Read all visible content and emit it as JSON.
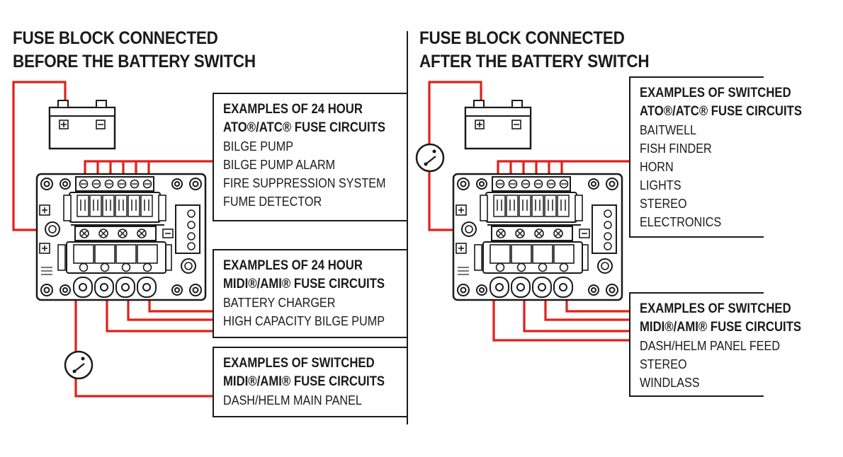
{
  "colors": {
    "wire": "#e0201b",
    "ink": "#1a1a1a",
    "background": "#ffffff"
  },
  "left": {
    "heading": [
      "FUSE BLOCK CONNECTED",
      "BEFORE THE BATTERY SWITCH"
    ],
    "box_ato": {
      "title": [
        "EXAMPLES OF 24 HOUR",
        "ATO®/ATC® FUSE CIRCUITS"
      ],
      "items": [
        "BILGE PUMP",
        "BILGE PUMP ALARM",
        "FIRE SUPPRESSION SYSTEM",
        "FUME DETECTOR"
      ]
    },
    "box_midi": {
      "title": [
        "EXAMPLES OF 24 HOUR",
        "MIDI®/AMI® FUSE CIRCUITS"
      ],
      "items": [
        "BATTERY CHARGER",
        "HIGH CAPACITY BILGE PUMP"
      ]
    },
    "box_switched": {
      "title": [
        "EXAMPLES OF SWITCHED",
        "MIDI®/AMI® FUSE CIRCUITS"
      ],
      "items": [
        "DASH/HELM MAIN PANEL"
      ]
    }
  },
  "right": {
    "heading": [
      "FUSE BLOCK CONNECTED",
      "AFTER THE BATTERY SWITCH"
    ],
    "box_ato": {
      "title": [
        "EXAMPLES OF SWITCHED",
        "ATO®/ATC® FUSE CIRCUITS"
      ],
      "items": [
        "BAITWELL",
        "FISH FINDER",
        "HORN",
        "LIGHTS",
        "STEREO",
        "ELECTRONICS"
      ]
    },
    "box_midi": {
      "title": [
        "EXAMPLES OF SWITCHED",
        "MIDI®/AMI® FUSE CIRCUITS"
      ],
      "items": [
        "DASH/HELM PANEL FEED",
        "STEREO",
        "WINDLASS"
      ]
    }
  }
}
